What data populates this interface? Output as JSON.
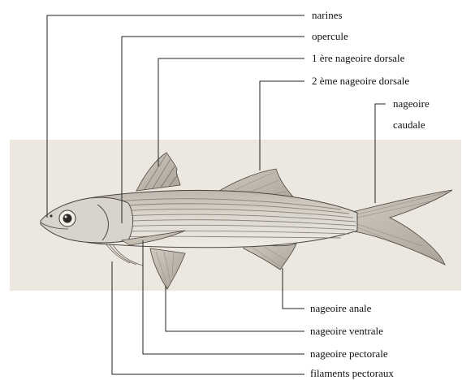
{
  "labels": {
    "narines": "narines",
    "opercule": "opercule",
    "dorsale1": "1 ère nageoire dorsale",
    "dorsale2": "2 ème nageoire dorsale",
    "caudale_line1": "nageoire",
    "caudale_line2": "caudale",
    "anale": "nageoire anale",
    "ventrale": "nageoire ventrale",
    "pectorale": "nageoire pectorale",
    "filaments": "filaments pectoraux"
  },
  "colors": {
    "leader": "#222222",
    "plate": "#ece7df",
    "fish_body": "#d7d2c9",
    "fish_stripe": "#7d776e",
    "fin": "#cfc9bf",
    "outline": "#4a453f"
  }
}
